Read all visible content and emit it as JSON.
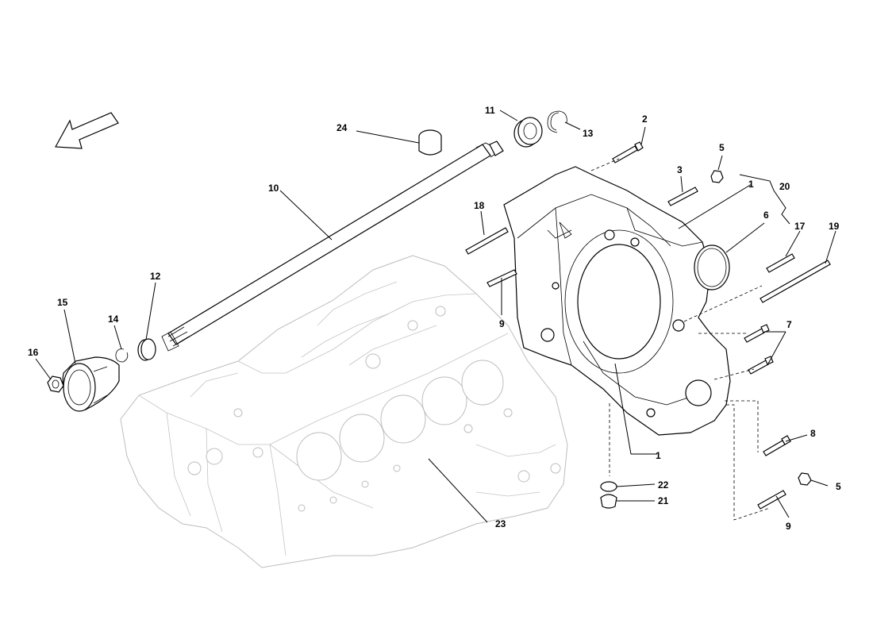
{
  "diagram": {
    "callouts": [
      {
        "id": "c1a",
        "label": "1"
      },
      {
        "id": "c1b",
        "label": "1"
      },
      {
        "id": "c2",
        "label": "2"
      },
      {
        "id": "c3",
        "label": "3"
      },
      {
        "id": "c5a",
        "label": "5"
      },
      {
        "id": "c5b",
        "label": "5"
      },
      {
        "id": "c6",
        "label": "6"
      },
      {
        "id": "c7",
        "label": "7"
      },
      {
        "id": "c8",
        "label": "8"
      },
      {
        "id": "c9a",
        "label": "9"
      },
      {
        "id": "c9b",
        "label": "9"
      },
      {
        "id": "c10",
        "label": "10"
      },
      {
        "id": "c11",
        "label": "11"
      },
      {
        "id": "c12",
        "label": "12"
      },
      {
        "id": "c13",
        "label": "13"
      },
      {
        "id": "c14",
        "label": "14"
      },
      {
        "id": "c15",
        "label": "15"
      },
      {
        "id": "c16",
        "label": "16"
      },
      {
        "id": "c17",
        "label": "17"
      },
      {
        "id": "c18",
        "label": "18"
      },
      {
        "id": "c19",
        "label": "19"
      },
      {
        "id": "c20",
        "label": "20"
      },
      {
        "id": "c21",
        "label": "21"
      },
      {
        "id": "c22",
        "label": "22"
      },
      {
        "id": "c23",
        "label": "23"
      },
      {
        "id": "c24",
        "label": "24"
      }
    ]
  }
}
